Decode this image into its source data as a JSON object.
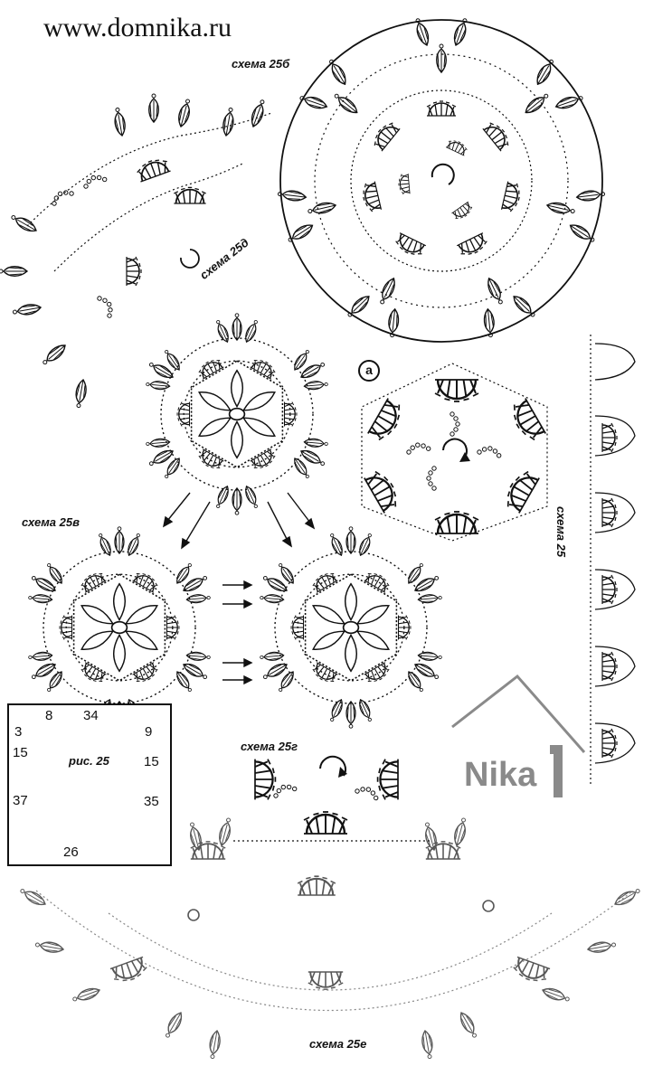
{
  "site": {
    "url": "www.domnika.ru"
  },
  "labels": {
    "scheme_25b": "схема 25б",
    "scheme_25d": "схема 25д",
    "scheme_25v": "схема 25в",
    "scheme_25": "схема 25",
    "scheme_25g": "схема 25г",
    "scheme_25e": "схема 25е",
    "marker_a": "а"
  },
  "logo": {
    "text": "Nika",
    "color": "#8a8a8a"
  },
  "pattern_figure": {
    "label": "рис. 25",
    "dimensions": {
      "top_left": "8",
      "top": "34",
      "left_top": "3",
      "right_top": "9",
      "left_mid": "15",
      "right_mid": "15",
      "left_bottom": "37",
      "right_bottom": "35",
      "bottom": "26"
    }
  },
  "colors": {
    "ink": "#111111",
    "faded_ink": "#555555",
    "logo_gray": "#8a8a8a"
  }
}
